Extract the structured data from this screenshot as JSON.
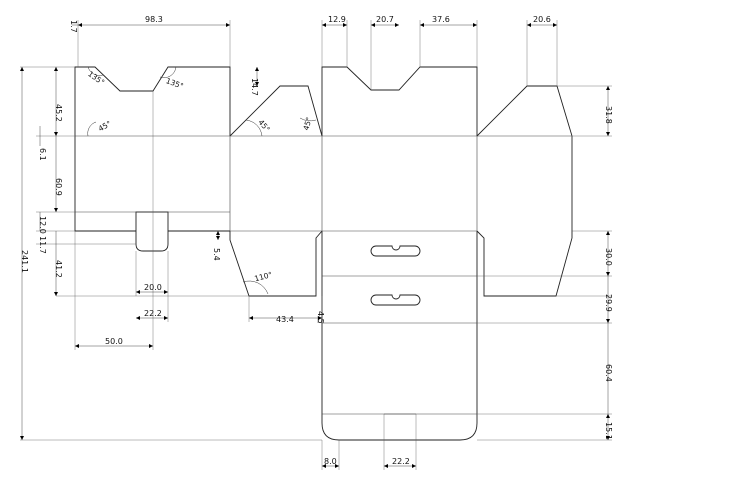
{
  "dimensions": {
    "top_overall": "98.3",
    "top_offset": "1.7",
    "tab_height": "45.2",
    "fold_gap": "6.1",
    "panel_height": "60.9",
    "tuck_lock_12": "12.0",
    "tuck_lock_11": "11.7",
    "bottom_flap": "41.2",
    "total_height": "241.1",
    "lock_tab_width": "20.0",
    "lock_slot_width": "22.2",
    "side_width": "50.0",
    "dust_flap_notch": "5.4",
    "dust_flap_drop": "14.7",
    "bottom_offset": "43.4",
    "gap_4_5": "4.5",
    "top_tab_12": "12.9",
    "top_tab_20": "20.7",
    "top_tab_37": "37.6",
    "top_tab_right": "20.6",
    "right_flap": "31.8",
    "hanger_panel_1": "30.0",
    "hanger_panel_2": "29.9",
    "front_panel": "60.4",
    "base_flap": "15.1",
    "base_notch": "8.0",
    "base_slot": "22.2"
  },
  "angles": {
    "a135_left": "135°",
    "a135_right": "135°",
    "a45_left": "45°",
    "a45_mid": "45°",
    "a45_right": "45°",
    "a110": "110°"
  }
}
